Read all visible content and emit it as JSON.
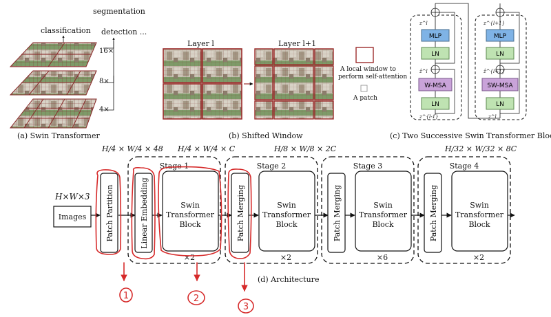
{
  "panel_a": {
    "caption": "(a) Swin Transformer",
    "label_classification": "classification",
    "label_segmentation": "segmentation",
    "label_detection": "detection ...",
    "scale_16": "16×",
    "scale_8": "8×",
    "scale_4": "4×"
  },
  "panel_b": {
    "caption": "(b) Shifted Window",
    "layer_l": "Layer l",
    "layer_l1": "Layer l+1",
    "legend_window_1": "A local window to",
    "legend_window_2": "perform self-attention",
    "legend_patch": "A patch"
  },
  "panel_c": {
    "caption": "(c) Two Successive Swin Transformer Blocks",
    "block1": {
      "mlp": "MLP",
      "ln_top": "LN",
      "msa": "W-MSA",
      "ln_bottom": "LN",
      "z_out": "z^l",
      "z_mid": "ẑ^l",
      "z_in": "z^{l-1}"
    },
    "block2": {
      "mlp": "MLP",
      "ln_top": "LN",
      "msa": "SW-MSA",
      "ln_bottom": "LN",
      "z_out": "z^{l+1}",
      "z_mid": "ẑ^{l+1}",
      "z_in": "z^l"
    }
  },
  "panel_d": {
    "caption": "(d) Architecture",
    "input_dims": "H×W×3",
    "input_box": "Images",
    "dim_after_partition": "H/4 × W/4 × 48",
    "dim_stage1": "H/4 × W/4 × C",
    "dim_stage2": "H/8 × W/8 × 2C",
    "dim_stage4": "H/32 × W/32 × 8C",
    "patch_partition": "Patch Partition",
    "linear_embedding": "Linear Embedding",
    "patch_merging": "Patch Merging",
    "swin_block_1": "Swin",
    "swin_block_2": "Transformer",
    "swin_block_3": "Block",
    "stages": [
      {
        "name": "Stage 1",
        "repeat": "×2"
      },
      {
        "name": "Stage 2",
        "repeat": "×2"
      },
      {
        "name": "Stage 3",
        "repeat": "×6"
      },
      {
        "name": "Stage 4",
        "repeat": "×2"
      }
    ]
  },
  "annotations": {
    "mark_1": "1",
    "mark_2": "2",
    "mark_3": "3",
    "ink_color": "#d62a2a"
  },
  "colors": {
    "mlp": "#7fb3e6",
    "msa": "#c9a3d9",
    "ln": "#bfe3b2",
    "window_border": "#9c2c2c"
  }
}
